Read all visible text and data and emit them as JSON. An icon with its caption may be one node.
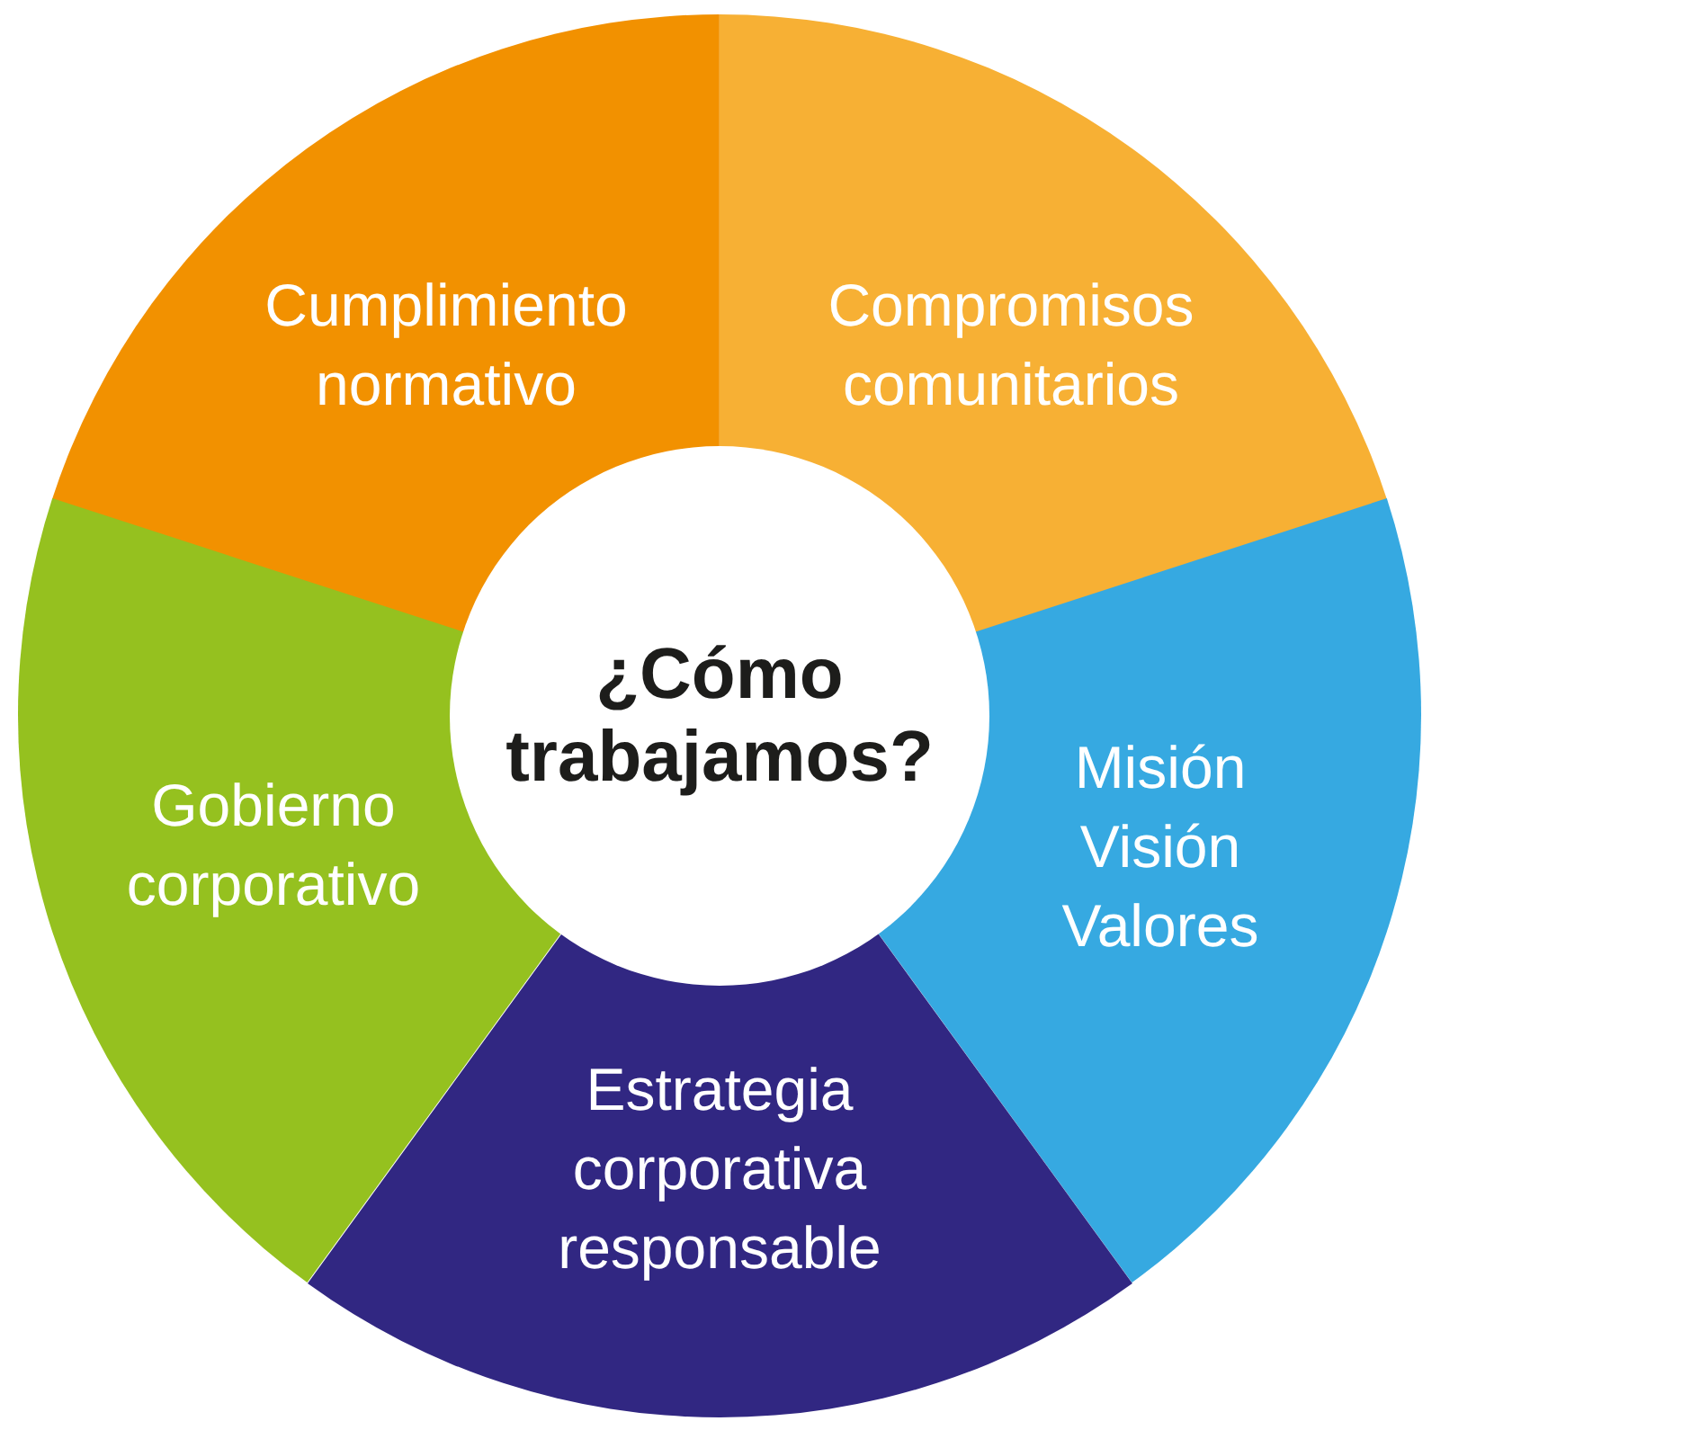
{
  "diagram": {
    "nodes": [
      {
        "text": [
          "Cumplimiento normativo"
        ]
      },
      {
        "text": [
          "Compromisos comunitarios"
        ]
      },
      {
        "text": [
          "Misión Visión Valores"
        ]
      },
      {
        "text": [
          "Estrategia corporativa responsable"
        ]
      },
      {
        "text": [
          "Gobierno corporativo"
        ]
      },
      {
        "text": [
          "¿Cómo trabajamos?"
        ]
      }
    ]
  }
}
